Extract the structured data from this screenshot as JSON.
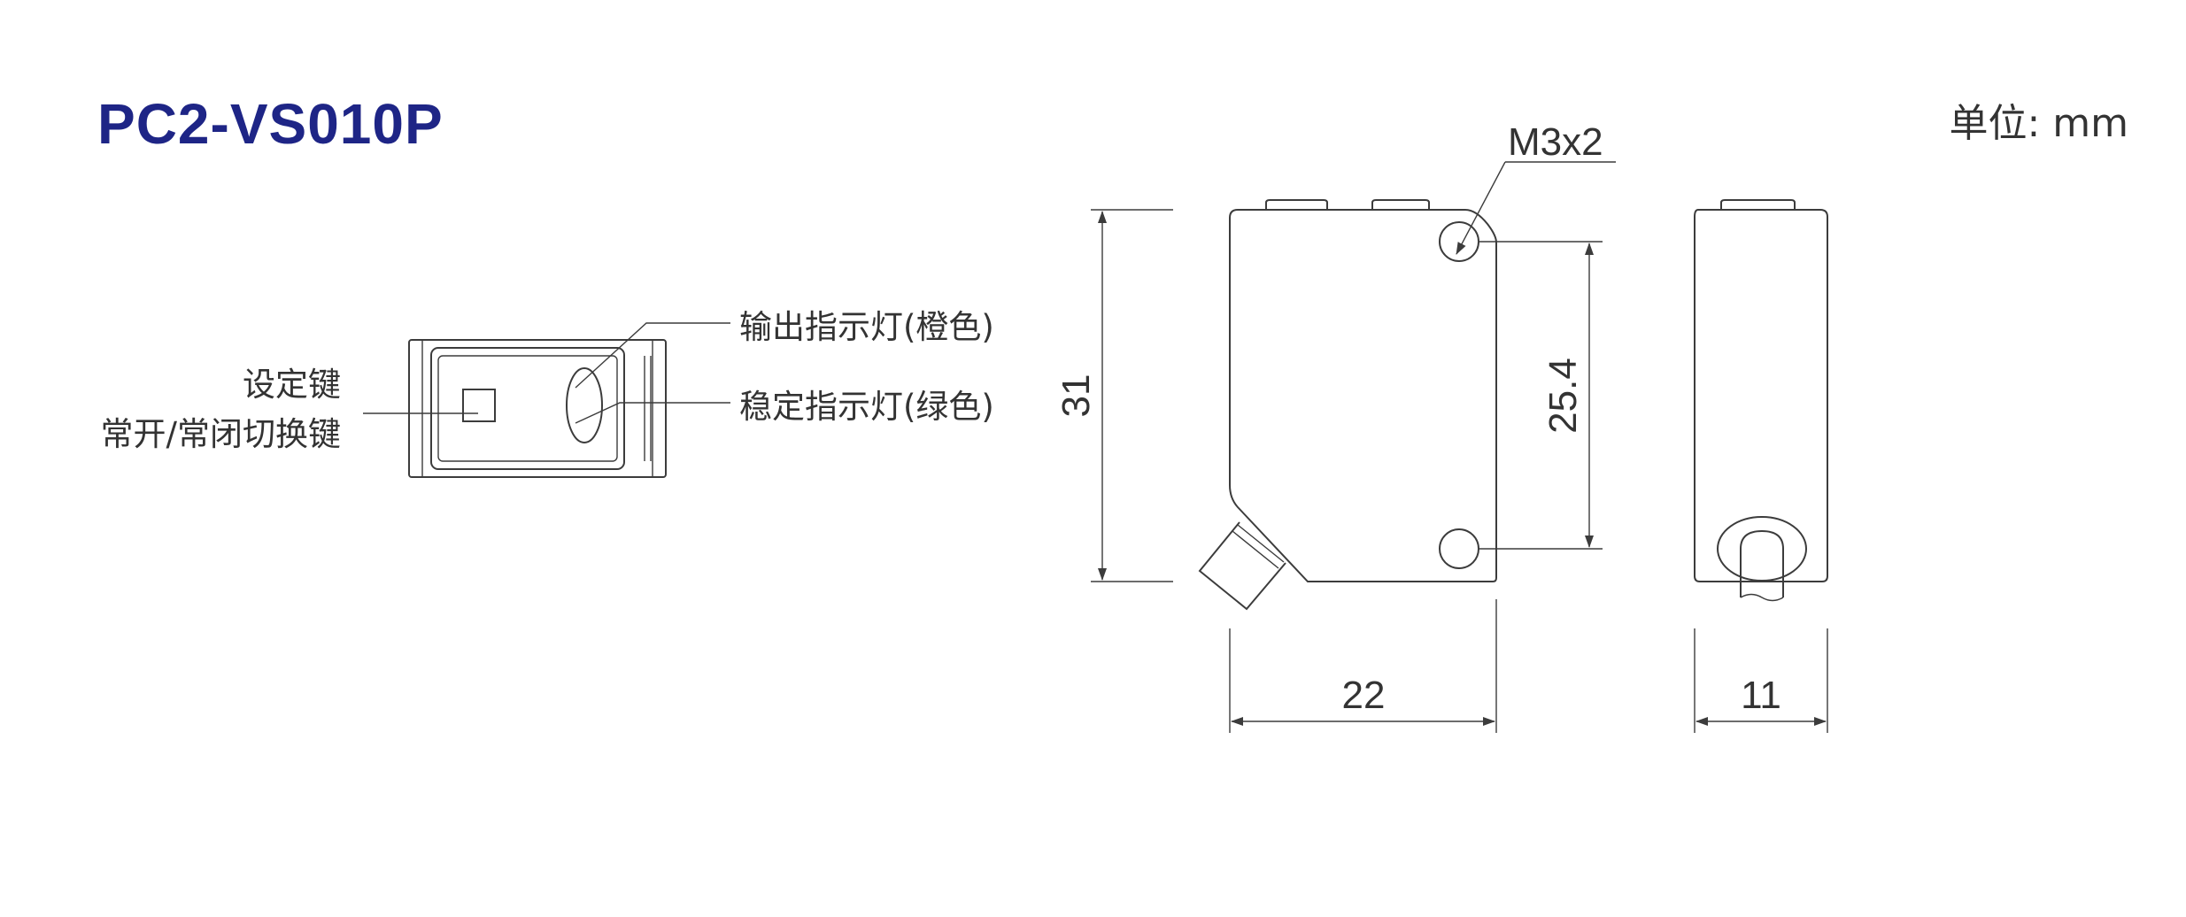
{
  "title": "PC2-VS010P",
  "unit_label": "单位: mm",
  "front_labels": {
    "setting_key": "设定键",
    "no_nc_key": "常开/常闭切换键",
    "output_led": "输出指示灯(橙色)",
    "stable_led": "稳定指示灯(绿色)"
  },
  "dimensions": {
    "hole": "M3x2",
    "height": "31",
    "hole_pitch": "25.4",
    "width": "22",
    "depth": "11"
  },
  "colors": {
    "title": "#1e2586",
    "line": "#3c3c3c",
    "text": "#333333"
  }
}
